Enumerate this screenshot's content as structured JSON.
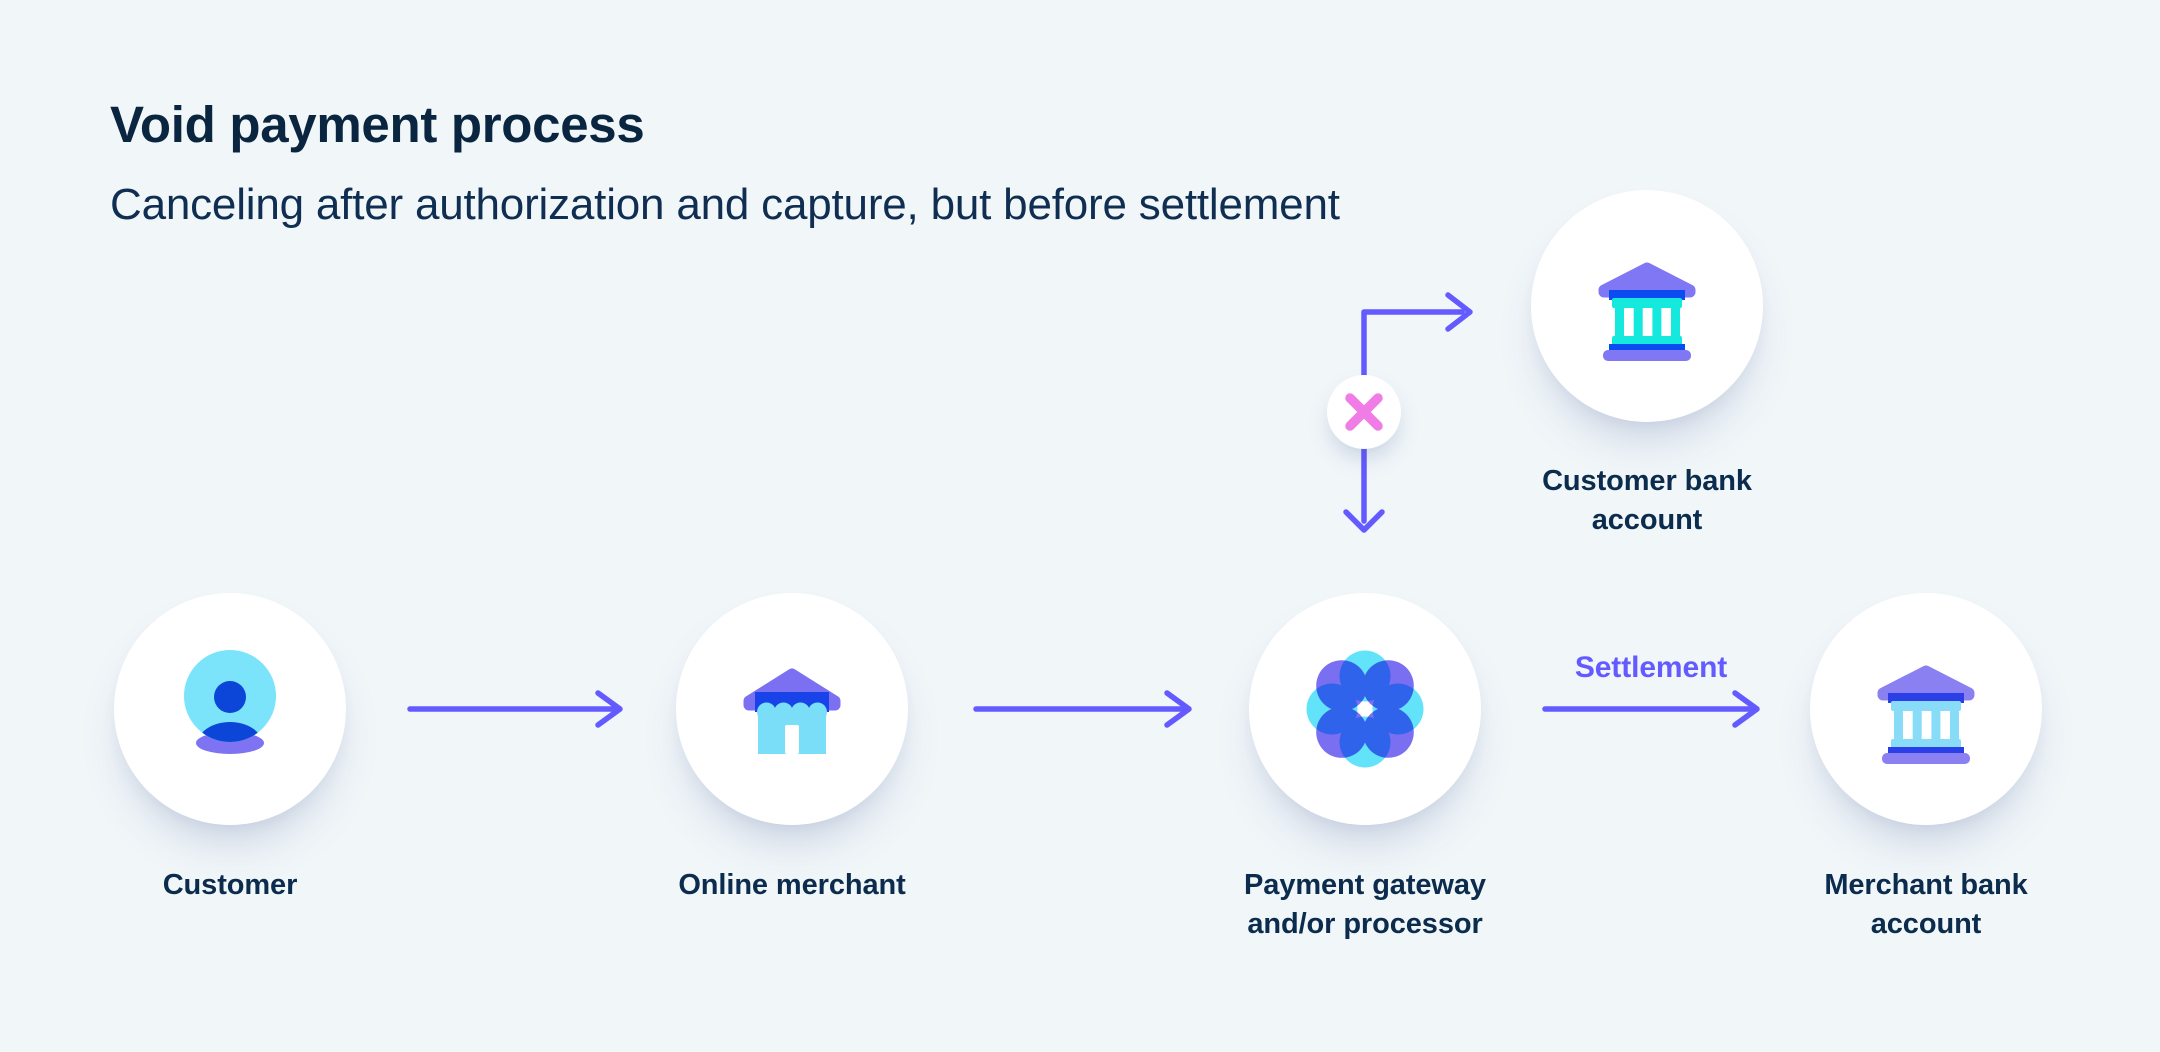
{
  "header": {
    "title": "Void payment process",
    "subtitle": "Canceling after authorization and capture, but before settlement"
  },
  "nodes": [
    {
      "id": "customer",
      "label": "Customer",
      "lines": [
        "Customer"
      ],
      "icon": "person-icon"
    },
    {
      "id": "online-merchant",
      "label": "Online merchant",
      "lines": [
        "Online merchant"
      ],
      "icon": "storefront-icon"
    },
    {
      "id": "payment-gateway",
      "label": "Payment gateway and/or processor",
      "lines": [
        "Payment gateway",
        "and/or processor"
      ],
      "icon": "gateway-flower-icon"
    },
    {
      "id": "customer-bank-account",
      "label": "Customer bank account",
      "lines": [
        "Customer bank",
        "account"
      ],
      "icon": "bank-icon"
    },
    {
      "id": "merchant-bank-account",
      "label": "Merchant bank account",
      "lines": [
        "Merchant bank",
        "account"
      ],
      "icon": "bank-icon"
    }
  ],
  "edges": [
    {
      "from": "customer",
      "to": "online-merchant",
      "label": ""
    },
    {
      "from": "online-merchant",
      "to": "payment-gateway",
      "label": ""
    },
    {
      "from": "payment-gateway",
      "to": "merchant-bank-account",
      "label": "Settlement"
    },
    {
      "from": "payment-gateway",
      "to": "customer-bank-account",
      "label": "",
      "status": "voided",
      "marker": "x"
    }
  ],
  "colors": {
    "background": "#f1f6f9",
    "text_navy": "#0a2540",
    "arrow_purple": "#635bff",
    "settlement_text": "#635bff",
    "void_x_pink": "#f07de6",
    "node_fill": "#ffffff",
    "icon_purple": "#7b70f2",
    "icon_blue": "#1243e0",
    "icon_cyan_light": "#7adef8",
    "icon_teal": "#15e8dc"
  }
}
